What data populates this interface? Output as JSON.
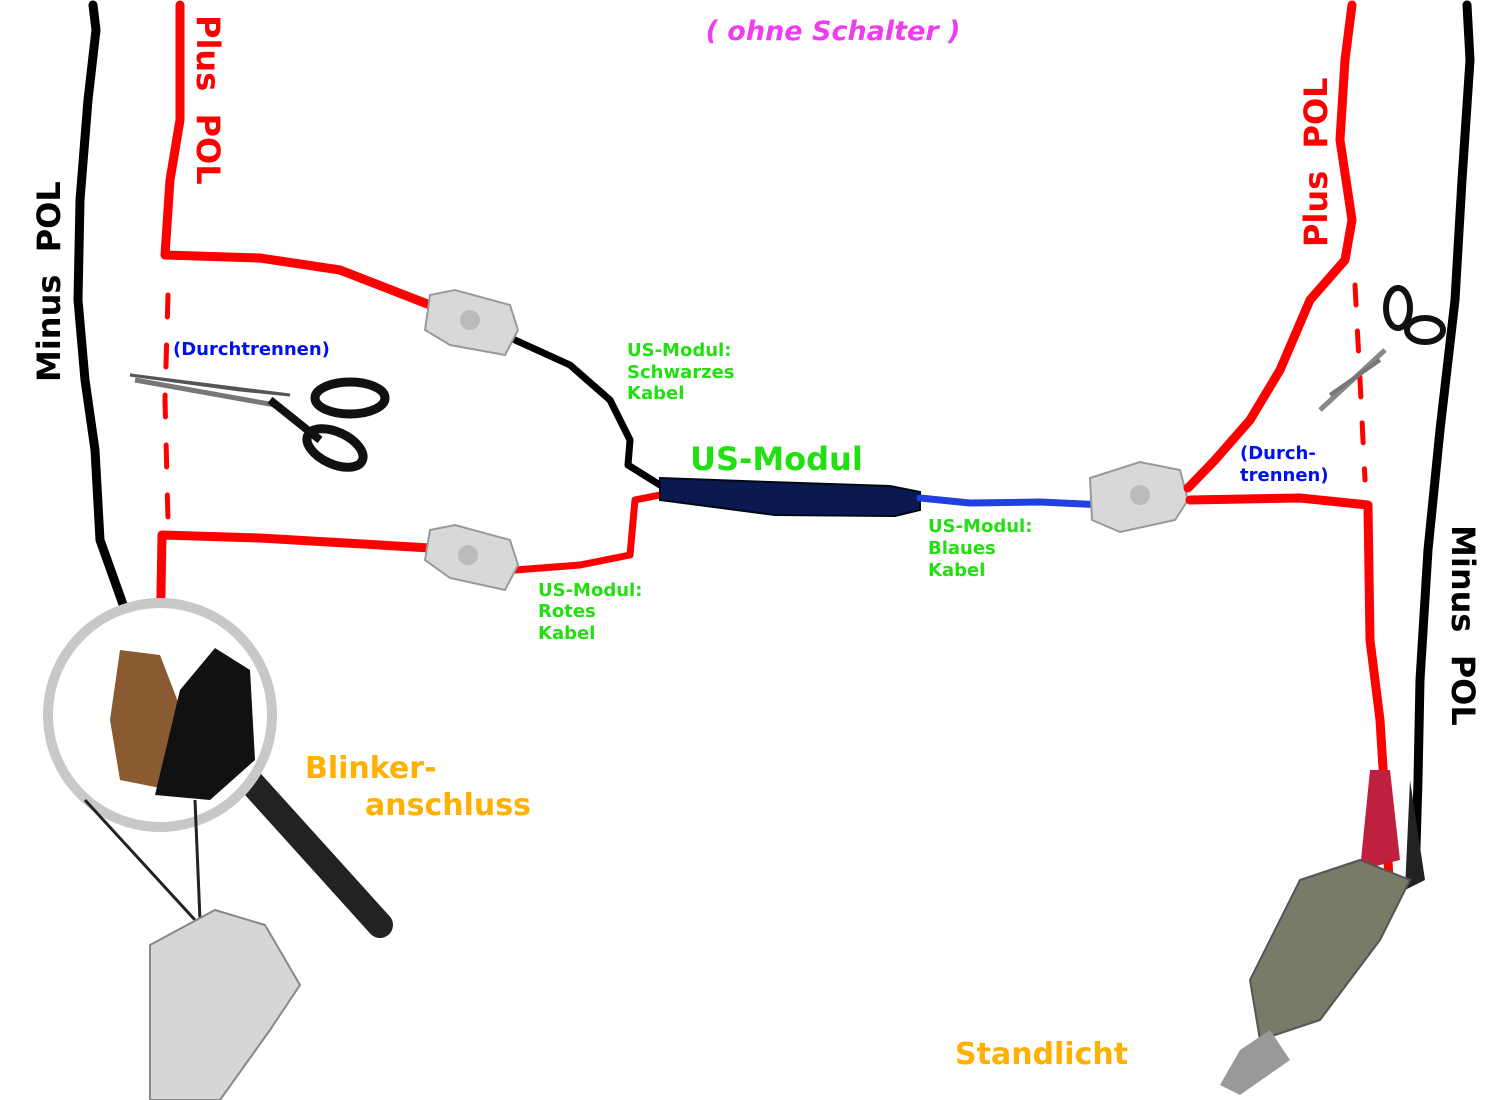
{
  "title": "( ohne Schalter )",
  "left": {
    "minus_pol": "Minus  POL",
    "plus_pol": "Plus  POL",
    "cut_note": "(Durchtrennen)",
    "turn_signal": [
      "Blinker-",
      "anschluss"
    ]
  },
  "right": {
    "minus_pol": "Minus  POL",
    "plus_pol": "Plus  POL",
    "cut_note": [
      "(Durch-",
      "trennen)"
    ],
    "parking_light": "Standlicht"
  },
  "module": {
    "name": "US-Modul",
    "black_cable": [
      "US-Modul:",
      "Schwarzes",
      "Kabel"
    ],
    "red_cable": [
      "US-Modul:",
      "Rotes",
      "Kabel"
    ],
    "blue_cable": [
      "US-Modul:",
      "Blaues",
      "Kabel"
    ]
  },
  "colors": {
    "title": "#f03cf0",
    "wire_red": "#ff0000",
    "wire_black": "#000000",
    "wire_blue": "#2040e0",
    "label_green": "#22e010",
    "label_blue": "#0010f0",
    "label_orange": "#ffb000"
  }
}
